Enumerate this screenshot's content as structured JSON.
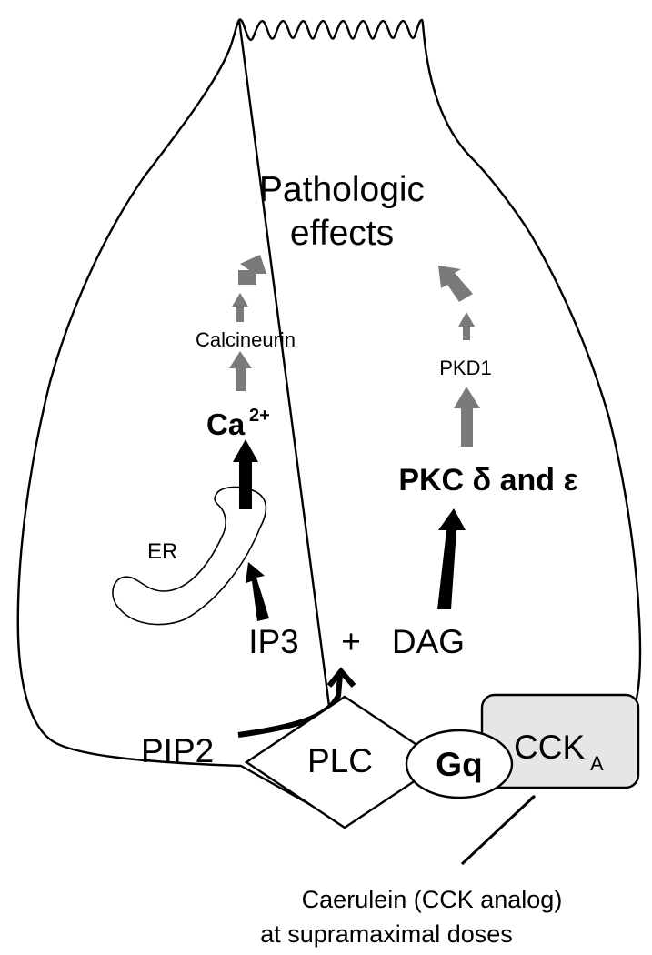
{
  "diagram": {
    "title": {
      "line1": "Pathologic",
      "line2": "effects"
    },
    "calcium_branch": {
      "calcineurin": "Calcineurin",
      "ca": "Ca",
      "ca_superscript": "2+",
      "er": "ER"
    },
    "pkc_branch": {
      "pkd1": "PKD1",
      "pkc": "PKC δ and ε"
    },
    "second_messengers": {
      "ip3": "IP3",
      "plus": "+",
      "dag": "DAG"
    },
    "membrane": {
      "pip2": "PIP2",
      "plc": "PLC",
      "gq": "Gq",
      "receptor": "CCK",
      "receptor_subscript": "A"
    },
    "stimulus": {
      "line1": "Caerulein (CCK analog)",
      "line2": "at supramaximal doses"
    }
  },
  "colors": {
    "outline": "#000000",
    "gray_arrow": "#7a7a7a",
    "receptor_fill": "#e6e6e6",
    "background": "#ffffff"
  }
}
